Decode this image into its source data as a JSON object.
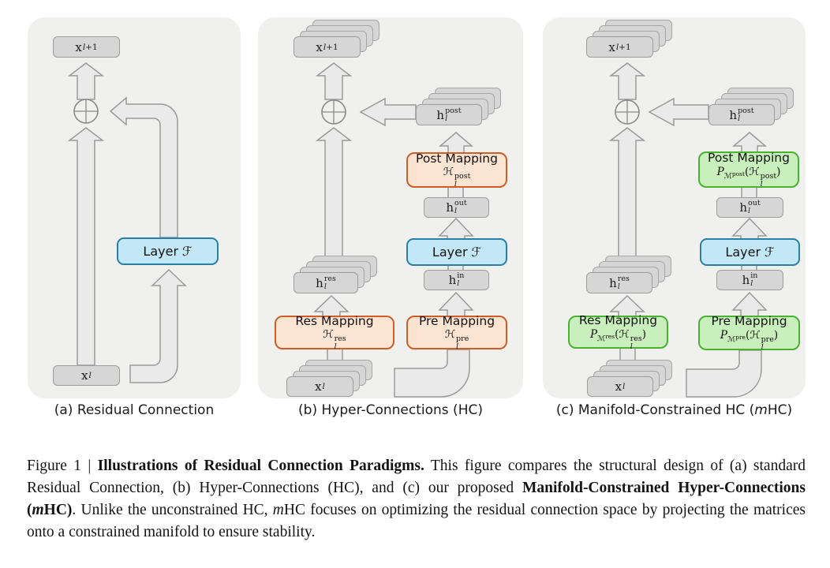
{
  "panels": {
    "a": {
      "caption": "(a) Residual Connection",
      "x_out": {
        "base": "x",
        "sub": "l",
        "subplus": "+1"
      },
      "x_in": {
        "base": "x",
        "sub": "l"
      },
      "layer": {
        "label": "Layer",
        "symbol": "ℱ"
      }
    },
    "b": {
      "caption": "(b) Hyper-Connections (HC)",
      "x_out": {
        "base": "x",
        "sub": "l",
        "subplus": "+1"
      },
      "x_in": {
        "base": "x",
        "sub": "l"
      },
      "layer": {
        "label": "Layer",
        "symbol": "ℱ"
      },
      "h_post": {
        "base": "h",
        "sub": "l",
        "sup": "post"
      },
      "h_out": {
        "base": "h",
        "sub": "l",
        "sup": "out"
      },
      "h_in": {
        "base": "h",
        "sub": "l",
        "sup": "in"
      },
      "h_res": {
        "base": "h",
        "sub": "l",
        "sup": "res"
      },
      "post_map": {
        "title": "Post Mapping",
        "sym": "ℋ",
        "sub": "l",
        "sup": "post"
      },
      "pre_map": {
        "title": "Pre Mapping",
        "sym": "ℋ",
        "sub": "l",
        "sup": "pre"
      },
      "res_map": {
        "title": "Res Mapping",
        "sym": "ℋ",
        "sub": "l",
        "sup": "res"
      }
    },
    "c": {
      "caption_parts": [
        "(c) Manifold-Constrained HC (",
        "m",
        "HC)"
      ],
      "x_out": {
        "base": "x",
        "sub": "l",
        "subplus": "+1"
      },
      "x_in": {
        "base": "x",
        "sub": "l"
      },
      "layer": {
        "label": "Layer",
        "symbol": "ℱ"
      },
      "h_post": {
        "base": "h",
        "sub": "l",
        "sup": "post"
      },
      "h_out": {
        "base": "h",
        "sub": "l",
        "sup": "out"
      },
      "h_in": {
        "base": "h",
        "sub": "l",
        "sup": "in"
      },
      "h_res": {
        "base": "h",
        "sub": "l",
        "sup": "res"
      },
      "post_map": {
        "title": "Post Mapping",
        "p": "P",
        "m": "ℳ",
        "msup": "post",
        "open": "(",
        "sym": "ℋ",
        "sub": "l",
        "sup": "post",
        "close": ")"
      },
      "pre_map": {
        "title": "Pre Mapping",
        "p": "P",
        "m": "ℳ",
        "msup": "pre",
        "open": "(",
        "sym": "ℋ",
        "sub": "l",
        "sup": "pre",
        "close": ")"
      },
      "res_map": {
        "title": "Res Mapping",
        "p": "P",
        "m": "ℳ",
        "msup": "res",
        "open": "(",
        "sym": "ℋ",
        "sub": "l",
        "sup": "res",
        "close": ")"
      }
    }
  },
  "caption": {
    "prefix": "Figure 1 | ",
    "bold_title": "Illustrations of Residual Connection Paradigms.",
    "body1": " This figure compares the structural design of (a) standard Residual Connection, (b) Hyper-Connections (HC), and (c) our proposed ",
    "bold2a": "Manifold-Constrained Hyper-Connections (",
    "bold2_m": "m",
    "bold2b": "HC)",
    "body2": ". Unlike the unconstrained HC, ",
    "m2": "m",
    "body3": "HC focuses on optimizing the residual connection space by projecting the matrices onto a constrained manifold to ensure stability."
  },
  "colors": {
    "panel_bg": "#f0f0ee",
    "box_gray_fill": "#d6d6d6",
    "box_gray_border": "#9e9e9e",
    "arrow_fill": "#eaeaea",
    "arrow_stroke": "#9a9a9a",
    "orange_fill": "#fce4d3",
    "orange_border": "#cb5f27",
    "green_fill": "#c9efbd",
    "green_border": "#49b231",
    "blue_fill": "#c2e7f6",
    "blue_border": "#2a7fa5"
  }
}
